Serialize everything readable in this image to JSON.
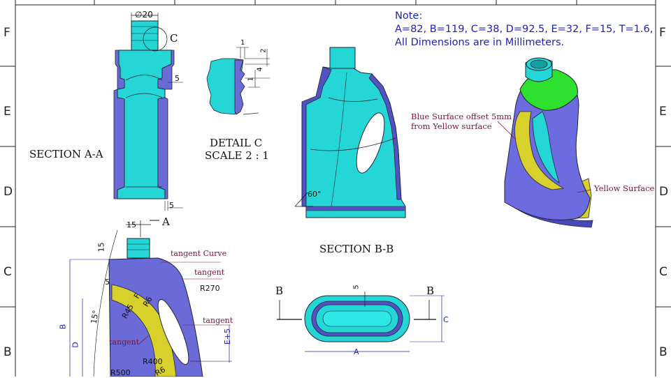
{
  "zones": {
    "left": [
      "F",
      "E",
      "D",
      "C",
      "B"
    ],
    "right": [
      "F",
      "E",
      "D",
      "C",
      "B"
    ]
  },
  "note": {
    "title": "Note:",
    "line1": "A=82,  B=119,  C=38,  D=92.5,  E=32,  F=15,  T=1.6,",
    "line2": "All Dimensions are in Millimeters."
  },
  "section_aa": {
    "title": "SECTION A-A",
    "dia": "∅20",
    "detail_marker": "C",
    "dim_5a": "5",
    "dim_5b": "5"
  },
  "detail_c": {
    "title": "DETAIL C",
    "scale": "SCALE 2 : 1",
    "d1": "1",
    "d2": "2",
    "d3": "4",
    "d4": "1"
  },
  "section_bb": {
    "title": "SECTION B-B",
    "angle": "60°"
  },
  "iso": {
    "blue_note_l1": "Blue Surface offset 5mm",
    "blue_note_l2": "from Yellow surface",
    "yellow_note": "Yellow Surface"
  },
  "side_view": {
    "d15a": "15",
    "d15b": "15",
    "section_marker": "A",
    "tangent_curve": "tangent Curve",
    "tangent1": "tangent",
    "tangent2": "tangent",
    "tangent3": "tangent",
    "r270": "R270",
    "r45": "R45",
    "r6a": "R6",
    "r6b": "R6",
    "r400": "R400",
    "r500": "R500",
    "f": "F",
    "d5": "5",
    "angle15": "15°",
    "b": "B",
    "d": "D",
    "e5": "E+5"
  },
  "top_view": {
    "b_left": "B",
    "b_right": "B",
    "d5": "5",
    "a": "A",
    "c": "C"
  }
}
